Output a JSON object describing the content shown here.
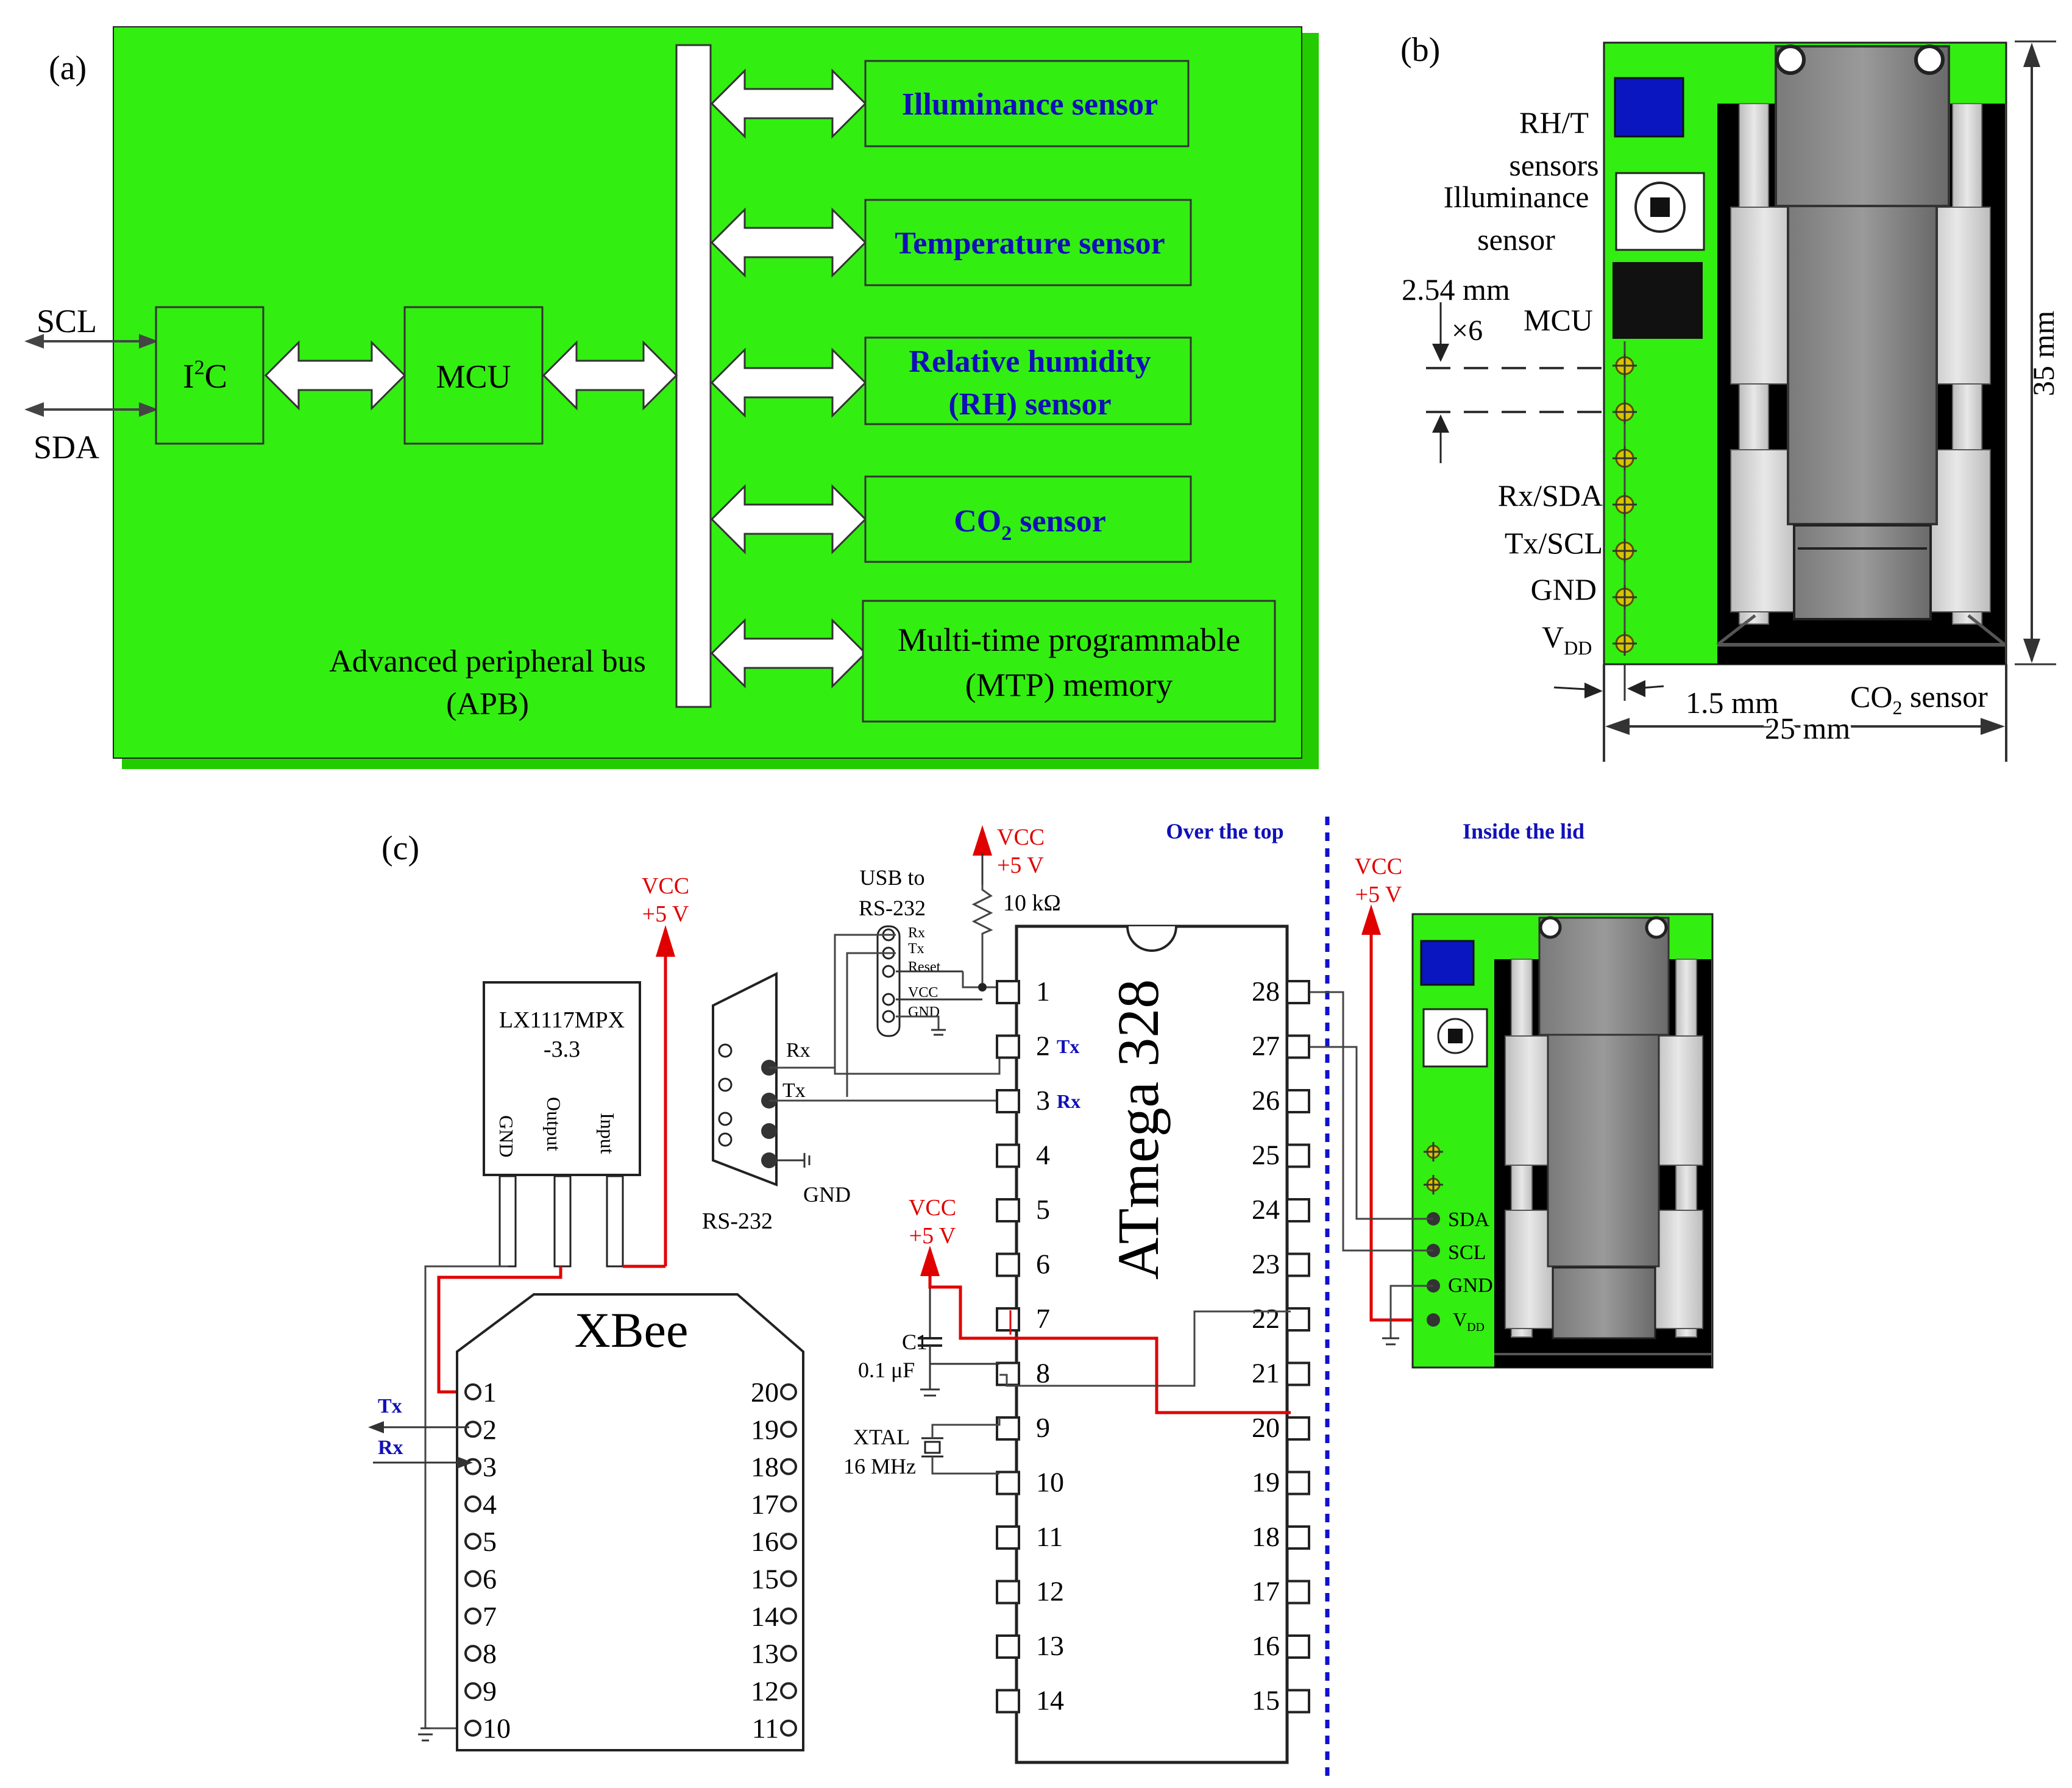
{
  "panel_a": {
    "label": "(a)",
    "ext_signals": [
      "SCL",
      "SDA"
    ],
    "i2c": {
      "main": "I",
      "sup": "2",
      "tail": "C"
    },
    "mcu": "MCU",
    "bus": [
      "Advanced peripheral bus",
      "(APB)"
    ],
    "sensors": {
      "illuminance": "Illuminance sensor",
      "temperature": "Temperature sensor",
      "rh_line1": "Relative humidity",
      "rh_line2": "(RH) sensor",
      "co2_main": "CO",
      "co2_sub": "2",
      "co2_tail": " sensor"
    },
    "mtp": [
      "Multi-time programmable",
      "(MTP) memory"
    ]
  },
  "panel_b": {
    "label": "(b)",
    "rht": [
      "RH/T",
      "sensors"
    ],
    "illum": [
      "Illuminance",
      "sensor"
    ],
    "pitch": "2.54 mm",
    "count": "×6",
    "mcu": "MCU",
    "pins": [
      "Rx/SDA",
      "Tx/SCL",
      "GND"
    ],
    "vdd": {
      "main": "V",
      "sub": "DD"
    },
    "height": "35 mm",
    "offset": "1.5 mm",
    "width": "25 mm",
    "co2": {
      "main": "CO",
      "sub": "2",
      "tail": " sensor"
    }
  },
  "panel_c": {
    "label": "(c)",
    "vcc": [
      "VCC",
      "+5 V"
    ],
    "regulator": [
      "LX1117MPX",
      "-3.3"
    ],
    "reg_pins": [
      "GND",
      "Output",
      "Input"
    ],
    "usb": [
      "USB to",
      "RS-232"
    ],
    "usb_pins": [
      "Rx",
      "Tx",
      "Reset",
      "VCC",
      "GND"
    ],
    "resistor": "10 kΩ",
    "rs232": "RS-232",
    "rs232_pins": [
      "Rx",
      "Tx",
      "GND"
    ],
    "chip": "ATmega 328",
    "left_pins": [
      "1",
      "2",
      "3",
      "4",
      "5",
      "6",
      "7",
      "8",
      "9",
      "10",
      "11",
      "12",
      "13",
      "14"
    ],
    "right_pins": [
      "28",
      "27",
      "26",
      "25",
      "24",
      "23",
      "22",
      "21",
      "20",
      "19",
      "18",
      "17",
      "16",
      "15"
    ],
    "tx_label": "Tx",
    "rx_label": "Rx",
    "cap": [
      "C1",
      "0.1 μF"
    ],
    "xtal": [
      "XTAL",
      "16 MHz"
    ],
    "xbee": "XBee",
    "xbee_left": [
      "1",
      "2",
      "3",
      "4",
      "5",
      "6",
      "7",
      "8",
      "9",
      "10"
    ],
    "xbee_right": [
      "20",
      "19",
      "18",
      "17",
      "16",
      "15",
      "14",
      "13",
      "12",
      "11"
    ],
    "over_top": "Over the top",
    "inside_lid": "Inside the lid",
    "board_pins": [
      "SDA",
      "SCL",
      "GND"
    ],
    "board_vdd": {
      "main": "V",
      "sub": "DD"
    }
  },
  "colors": {
    "board_green": "#33ee11",
    "bus_blue": "#1010b8",
    "power_red": "#e00000",
    "sensor_blue": "#0a16c0"
  }
}
